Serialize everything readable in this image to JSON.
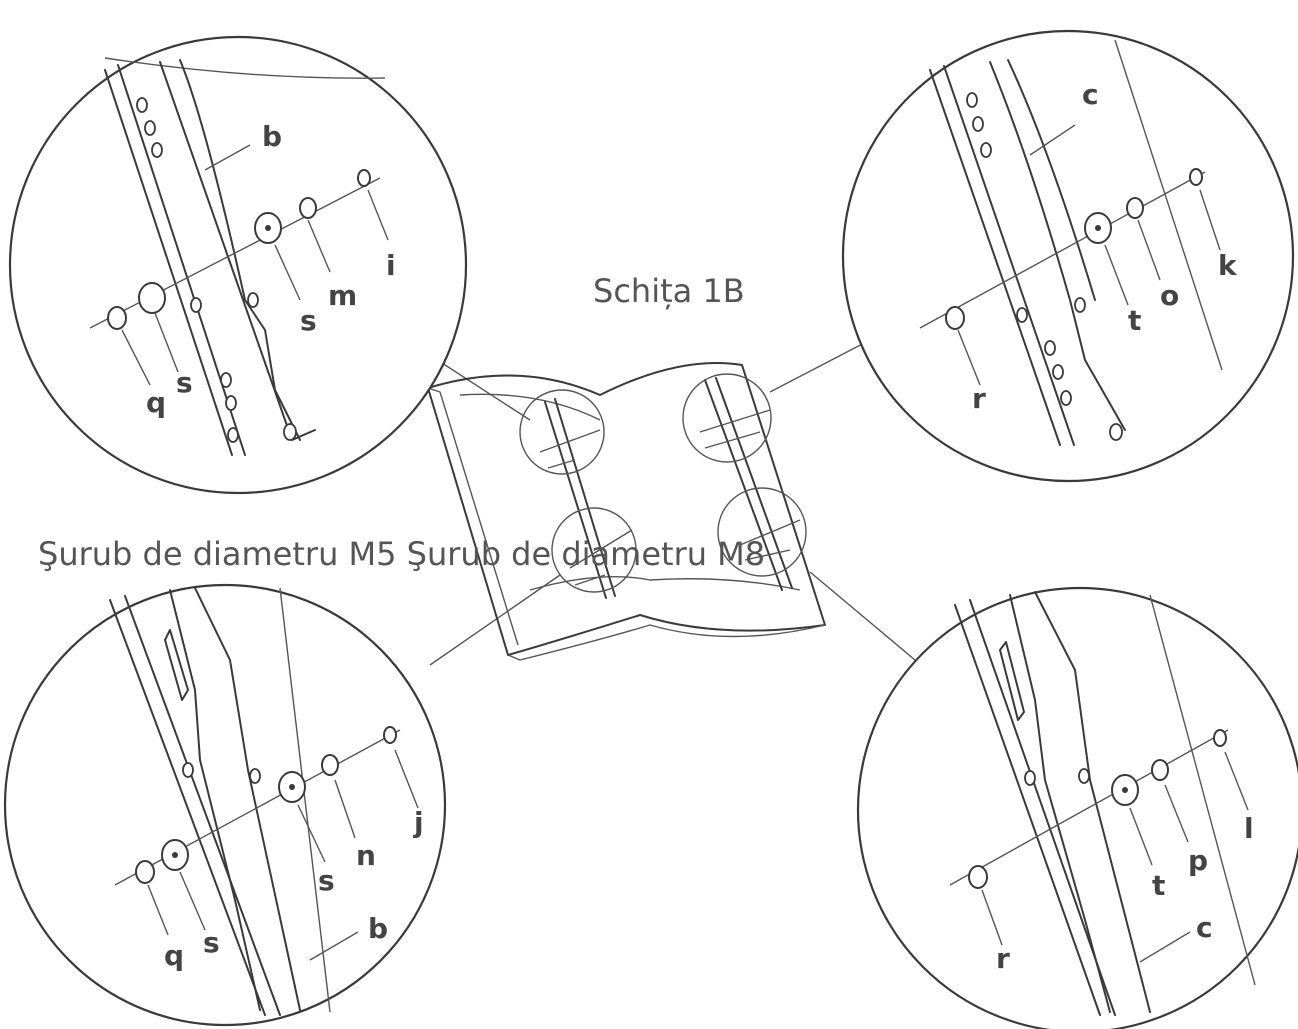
{
  "captions": {
    "title": "Schița 1B",
    "screw_labels": "Şurub de diametru M5 Şurub de diametru M8"
  },
  "labels": {
    "top_left": {
      "rail": "b",
      "washer_inner": "s",
      "washer_outer": "s",
      "nut": "m",
      "screw": "i",
      "spacer": "q"
    },
    "top_right": {
      "rail": "c",
      "washer": "t",
      "nut": "o",
      "screw": "k",
      "spacer": "r"
    },
    "bottom_left": {
      "rail": "b",
      "washer_inner": "s",
      "washer_outer": "s",
      "nut": "n",
      "screw": "j",
      "spacer": "q"
    },
    "bottom_right": {
      "rail": "c",
      "washer": "t",
      "nut": "p",
      "screw": "l",
      "spacer": "r"
    }
  }
}
